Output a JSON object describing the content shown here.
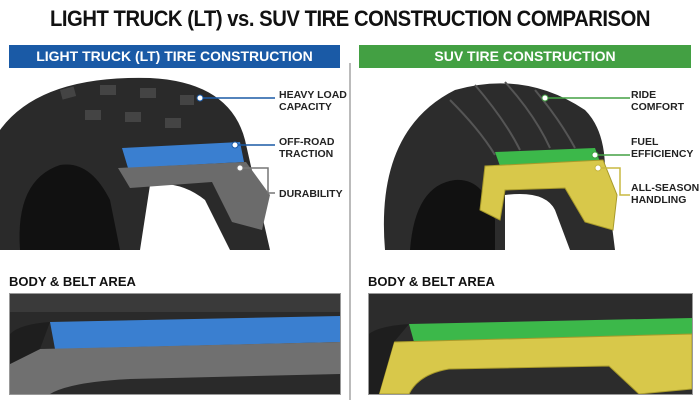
{
  "title": "LIGHT TRUCK (LT) vs. SUV TIRE CONSTRUCTION COMPARISON",
  "left": {
    "banner": "LIGHT TRUCK (LT) TIRE CONSTRUCTION",
    "color": "#1a5aa6",
    "highlight_color": "#3a7fd0",
    "callouts": [
      "HEAVY LOAD CAPACITY",
      "OFF-ROAD TRACTION",
      "DURABILITY"
    ],
    "section_title": "BODY & BELT AREA"
  },
  "right": {
    "banner": "SUV TIRE CONSTRUCTION",
    "color": "#43a043",
    "highlight_color": "#3cb84a",
    "carcass_color": "#d8c84a",
    "callouts": [
      "RIDE COMFORT",
      "FUEL EFFICIENCY",
      "ALL-SEASON HANDLING"
    ],
    "section_title": "BODY & BELT AREA"
  }
}
